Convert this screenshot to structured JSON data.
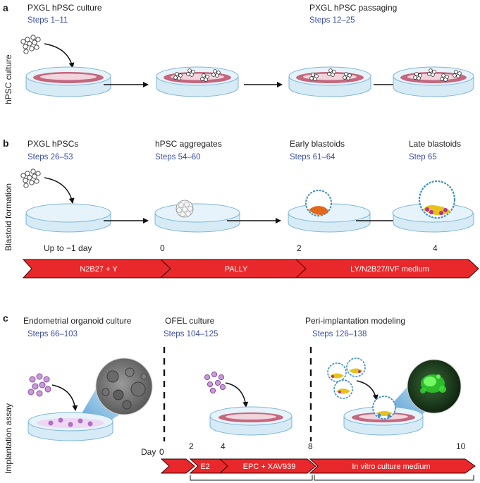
{
  "panel_letters": [
    "a",
    "b",
    "c"
  ],
  "row_labels": {
    "a": "hPSC culture",
    "b": "Blastoid formation",
    "c": "Implantation assay"
  },
  "panel_a": {
    "stages": [
      {
        "title": "PXGL hPSC culture",
        "steps": "Steps  1–11"
      },
      {
        "title": "PXGL hPSC passaging",
        "steps": "Steps 12–25"
      }
    ]
  },
  "panel_b": {
    "stages": [
      {
        "title": "PXGL hPSCs",
        "steps": "Steps 26–53"
      },
      {
        "title": "hPSC aggregates",
        "steps": "Steps 54–60"
      },
      {
        "title": "Early blastoids",
        "steps": "Steps 61–64"
      },
      {
        "title": "Late blastoids",
        "steps": "Step 65"
      }
    ],
    "timeline_days": [
      "Up to −1 day",
      "0",
      "2",
      "4"
    ],
    "media": [
      "N2B27 + Y",
      "PALLY",
      "LY/N2B27/IVF medium"
    ]
  },
  "panel_c": {
    "stages": [
      {
        "title": "Endometrial organoid culture",
        "steps": "Steps 66–103"
      },
      {
        "title": "OFEL culture",
        "steps": "Steps 104–125"
      },
      {
        "title": "Peri-implantation modeling",
        "steps": "Steps 126–138"
      }
    ],
    "timeline_days": [
      "Day",
      "0",
      "2",
      "4",
      "8",
      "10"
    ],
    "media": [
      "E2",
      "EPC + XAV939",
      "In vitro culture medium"
    ]
  },
  "colors": {
    "arrow_red": "#e8282b",
    "dish_blue": "#cfe6f3",
    "dish_edge": "#7fb5d6",
    "gel_pink": "#c4677f",
    "steps_blue": "#3a4f9e",
    "trophectoderm": "#3d8fc7",
    "epiblast": "#e7c21c",
    "hypoblast": "#e2661b",
    "organoid_purple": "#b06fc2",
    "fluorescent_green": "#3ee83a"
  }
}
